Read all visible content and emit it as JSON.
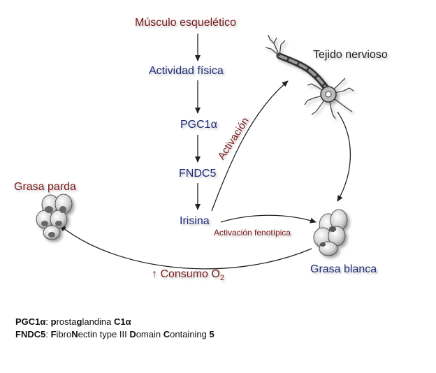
{
  "nodes": {
    "muscle": "Músculo esquelético",
    "activity": "Actividad física",
    "pgc": "PGC1α",
    "fndc5": "FNDC5",
    "irisin": "Irisina",
    "nerve": "Tejido nervioso",
    "brown_fat": "Grasa parda",
    "white_fat": "Grasa blanca"
  },
  "edges": {
    "activation": "Activación",
    "phenotypic_activation": "Activación fenotípica",
    "o2_arrow": "↑",
    "o2_text": "Consumo O",
    "o2_sub": "2"
  },
  "legend": {
    "pgc": {
      "abbr": "PGC1α",
      "sep": ": ",
      "parts": [
        {
          "t": "p",
          "b": true
        },
        {
          "t": "rosta",
          "b": false
        },
        {
          "t": "g",
          "b": true
        },
        {
          "t": "landina ",
          "b": false
        },
        {
          "t": "C1α",
          "b": true
        }
      ]
    },
    "fndc5": {
      "abbr": "FNDC5",
      "sep": ": ",
      "parts": [
        {
          "t": "F",
          "b": true
        },
        {
          "t": "ibro",
          "b": false
        },
        {
          "t": "N",
          "b": true
        },
        {
          "t": "ectin type III ",
          "b": false
        },
        {
          "t": "D",
          "b": true
        },
        {
          "t": "omain ",
          "b": false
        },
        {
          "t": "C",
          "b": true
        },
        {
          "t": "ontaining ",
          "b": false
        },
        {
          "t": "5",
          "b": true
        }
      ]
    }
  },
  "colors": {
    "source_red": "#7a1a1a",
    "pathway_blue": "#1e2a78",
    "arrow": "#222222"
  }
}
